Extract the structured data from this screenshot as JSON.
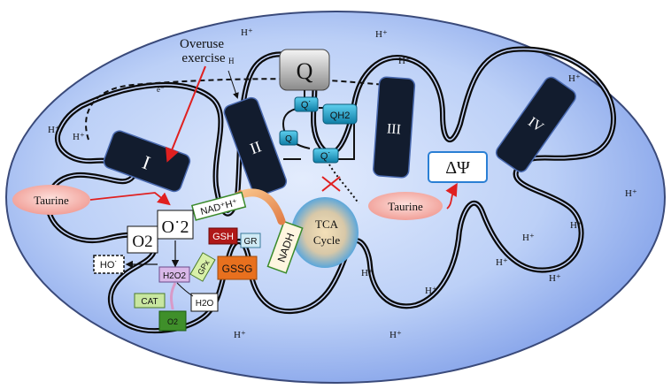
{
  "labels": {
    "overuse_line1": "Overuse",
    "overuse_line2": "exercise",
    "q": "Q",
    "q_dot": "Q˙",
    "qh2": "QH2",
    "q_small": "Q",
    "q_dot2": "Q˙",
    "complex_1": "I",
    "complex_2": "II",
    "complex_3": "III",
    "complex_4": "IV",
    "delta_psi": "ΔΨ",
    "taurine_left": "Taurine",
    "taurine_right": "Taurine",
    "tca_line1": "TCA",
    "tca_line2": "Cycle",
    "nadh": "NADH",
    "nad_h": "NAD⁺H⁺",
    "o2_left": "O2",
    "o2_superoxide": "O˙2",
    "ho": "HO˙",
    "h2o2": "H2O2",
    "gpx": "GPx",
    "gsh": "GSH",
    "gr": "GR",
    "gssg": "GSSG",
    "cat": "CAT",
    "o2_small": "O2",
    "h2o": "H2O",
    "e_minus": "e⁻",
    "h_small": "H"
  },
  "protons": [
    "H⁺",
    "H⁺",
    "H⁺",
    "H⁺",
    "H⁺",
    "H⁺",
    "H⁺",
    "H⁺",
    "H⁺",
    "H⁺",
    "H⁺",
    "H⁺",
    "H⁺",
    "H⁺",
    "H⁺"
  ],
  "colors": {
    "matrix_light": "#cfe0fb",
    "matrix_dark": "#7f9ee8",
    "complex_fill": "#121c2e",
    "taurine_fill": "#f6b3ad",
    "tca_fill": "#3b9ee8",
    "gsh_fill": "#b01818",
    "gssg_fill": "#e8701e",
    "cat_fill": "#c8e6a0",
    "o2_fill": "#3f8f2a",
    "gr_fill": "#cfeaf5",
    "q_fill": "#6b6b6b",
    "qdot_fill": "#1a9ac2",
    "arrow_red": "#e02020"
  }
}
